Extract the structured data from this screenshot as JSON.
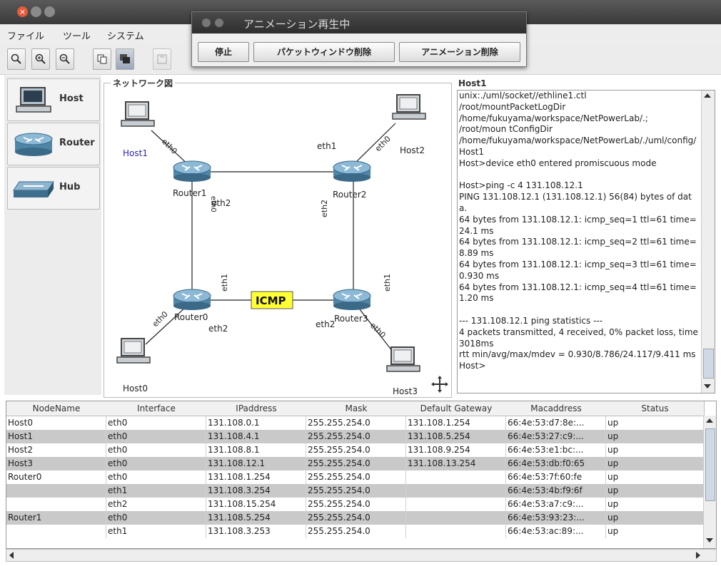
{
  "window": {
    "close_glyph": "×"
  },
  "menu": [
    "ファイル",
    "ツール",
    "システム"
  ],
  "dialog": {
    "title": "アニメーション再生中",
    "buttons": [
      "停止",
      "パケットウィンドウ削除",
      "アニメーション削除"
    ]
  },
  "palette": [
    {
      "label": "Host",
      "icon": "host-icon"
    },
    {
      "label": "Router",
      "icon": "router-icon"
    },
    {
      "label": "Hub",
      "icon": "hub-icon"
    }
  ],
  "network": {
    "panel_title": "ネットワーク図",
    "nodes": {
      "host1": "Host1",
      "host2": "Host2",
      "host0": "Host0",
      "host3": "Host3",
      "router1": "Router1",
      "router2": "Router2",
      "router0": "Router0",
      "router3": "Router3"
    },
    "ports": {
      "eth0": "eth0",
      "eth1": "eth1",
      "eth2": "eth2"
    },
    "packet_label": "ICMP",
    "packet_color": "#ffff33"
  },
  "console": {
    "title": "Host1",
    "text": "unix:./uml/socket//ethline1.ctl\n/root/mountPacketLogDir\n/home/fukuyama/workspace/NetPowerLab/.;\n/root/moun tConfigDir\n/home/fukuyama/workspace/NetPowerLab/./uml/config/Host1\nHost>device eth0 entered promiscuous mode\n\nHost>ping -c 4 131.108.12.1\nPING 131.108.12.1 (131.108.12.1) 56(84) bytes of data.\n64 bytes from 131.108.12.1: icmp_seq=1 ttl=61 time=24.1 ms\n64 bytes from 131.108.12.1: icmp_seq=2 ttl=61 time=8.89 ms\n64 bytes from 131.108.12.1: icmp_seq=3 ttl=61 time=0.930 ms\n64 bytes from 131.108.12.1: icmp_seq=4 ttl=61 time=1.20 ms\n\n--- 131.108.12.1 ping statistics ---\n4 packets transmitted, 4 received, 0% packet loss, time 3018ms\nrtt min/avg/max/mdev = 0.930/8.786/24.117/9.411 ms\nHost>"
  },
  "table": {
    "headers": [
      "NodeName",
      "Interface",
      "IPaddress",
      "Mask",
      "Default Gateway",
      "Macaddress",
      "Status"
    ],
    "rows": [
      [
        "Host0",
        "eth0",
        "131.108.0.1",
        "255.255.254.0",
        "131.108.1.254",
        "66:4e:53:d7:8e:...",
        "up"
      ],
      [
        "Host1",
        "eth0",
        "131.108.4.1",
        "255.255.254.0",
        "131.108.5.254",
        "66:4e:53:27:c9:...",
        "up"
      ],
      [
        "Host2",
        "eth0",
        "131.108.8.1",
        "255.255.254.0",
        "131.108.9.254",
        "66:4e:53:e1:bc:...",
        "up"
      ],
      [
        "Host3",
        "eth0",
        "131.108.12.1",
        "255.255.254.0",
        "131.108.13.254",
        "66:4e:53:db:f0:65",
        "up"
      ],
      [
        "Router0",
        "eth0",
        "131.108.1.254",
        "255.255.254.0",
        "",
        "66:4e:53:7f:60:fe",
        "up"
      ],
      [
        "",
        "eth1",
        "131.108.3.254",
        "255.255.254.0",
        "",
        "66:4e:53:4b:f9:6f",
        "up"
      ],
      [
        "",
        "eth2",
        "131.108.15.254",
        "255.255.254.0",
        "",
        "66:4e:53:a7:c9:...",
        "up"
      ],
      [
        "Router1",
        "eth0",
        "131.108.5.254",
        "255.255.254.0",
        "",
        "66:4e:53:93:23:...",
        "up"
      ],
      [
        "",
        "eth1",
        "131.108.3.253",
        "255.255.254.0",
        "",
        "66:4e:53:ac:89:...",
        "up"
      ]
    ]
  }
}
